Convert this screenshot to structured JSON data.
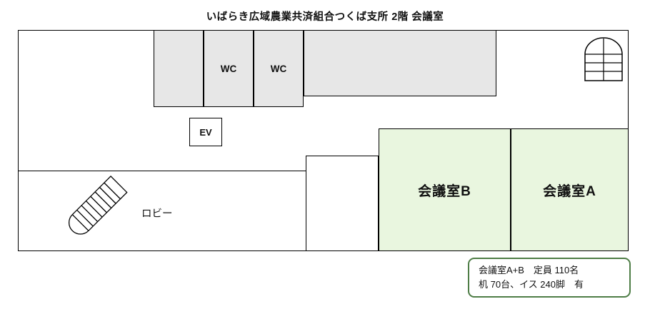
{
  "title": "いばらき広域農業共済組合つくば支所 2階 会議室",
  "rooms": {
    "wc1": "WC",
    "wc2": "WC",
    "elevator": "EV",
    "lobby": "ロビー",
    "meeting_b": "会議室B",
    "meeting_a": "会議室A"
  },
  "note": {
    "line1": "会議室A+B　定員 110名",
    "line2": "机 70台、イス 240脚　有"
  },
  "icons": {
    "top_right": "stairs-icon",
    "lobby": "stairs-icon"
  },
  "colors": {
    "room_fill": "#e9f6df",
    "block_fill": "#e7e7e7",
    "outline": "#000000",
    "note_border": "#4e7d46"
  }
}
